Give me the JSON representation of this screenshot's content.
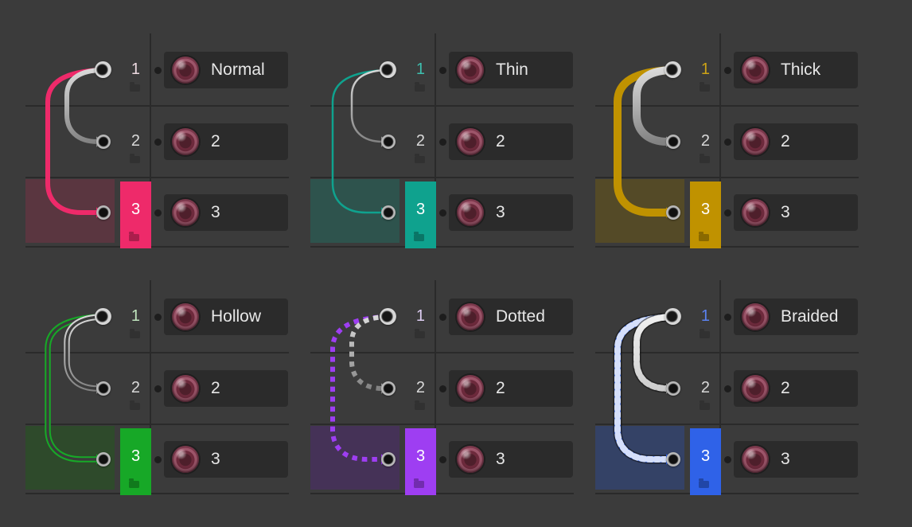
{
  "app": {
    "background_color": "#3b3b3b",
    "description": "Patch cable style preview panels"
  },
  "icons": {
    "knob": "record-knob-icon (glossy maroon circular button)",
    "jack": "jack-socket-icon (metal ring with dark center)",
    "folder": "folder-icon (small dark folder glyph)",
    "dot": "connection-dot (small dark circle)",
    "cable_arrow": "cable-arrowhead (triangle pointing into jack)"
  },
  "cable": {
    "gray_color_top": "#e2e2e2",
    "gray_color_bottom": "#828282"
  },
  "panels": [
    {
      "style": "normal",
      "label": "Normal",
      "numbers": {
        "n1": "1",
        "n2": "2",
        "n3": "3"
      },
      "row_labels": {
        "row2": "2",
        "row3": "3"
      },
      "colors": {
        "accent": "#ee2a6a",
        "muted": "#5a3640",
        "number1": "#ecd9e0"
      }
    },
    {
      "style": "thin",
      "label": "Thin",
      "numbers": {
        "n1": "1",
        "n2": "2",
        "n3": "3"
      },
      "row_labels": {
        "row2": "2",
        "row3": "3"
      },
      "colors": {
        "accent": "#0fa28e",
        "muted": "#2e534d",
        "number1": "#3dbfae"
      }
    },
    {
      "style": "thick",
      "label": "Thick",
      "numbers": {
        "n1": "1",
        "n2": "2",
        "n3": "3"
      },
      "row_labels": {
        "row2": "2",
        "row3": "3"
      },
      "colors": {
        "accent": "#c09200",
        "muted": "#544a27",
        "number1": "#cda316"
      }
    },
    {
      "style": "hollow",
      "label": "Hollow",
      "numbers": {
        "n1": "1",
        "n2": "2",
        "n3": "3"
      },
      "row_labels": {
        "row2": "2",
        "row3": "3"
      },
      "colors": {
        "accent": "#17a827",
        "muted": "#2e4a2b",
        "number1": "#bfe3bd"
      }
    },
    {
      "style": "dotted",
      "label": "Dotted",
      "numbers": {
        "n1": "1",
        "n2": "2",
        "n3": "3"
      },
      "row_labels": {
        "row2": "2",
        "row3": "3"
      },
      "colors": {
        "accent": "#9e3ef2",
        "muted": "#453257",
        "number1": "#ddcdf2"
      }
    },
    {
      "style": "braided",
      "label": "Braided",
      "numbers": {
        "n1": "1",
        "n2": "2",
        "n3": "3"
      },
      "row_labels": {
        "row2": "2",
        "row3": "3"
      },
      "colors": {
        "accent": "#2f62e8",
        "muted": "#344266",
        "number1": "#5b82f0"
      }
    }
  ]
}
